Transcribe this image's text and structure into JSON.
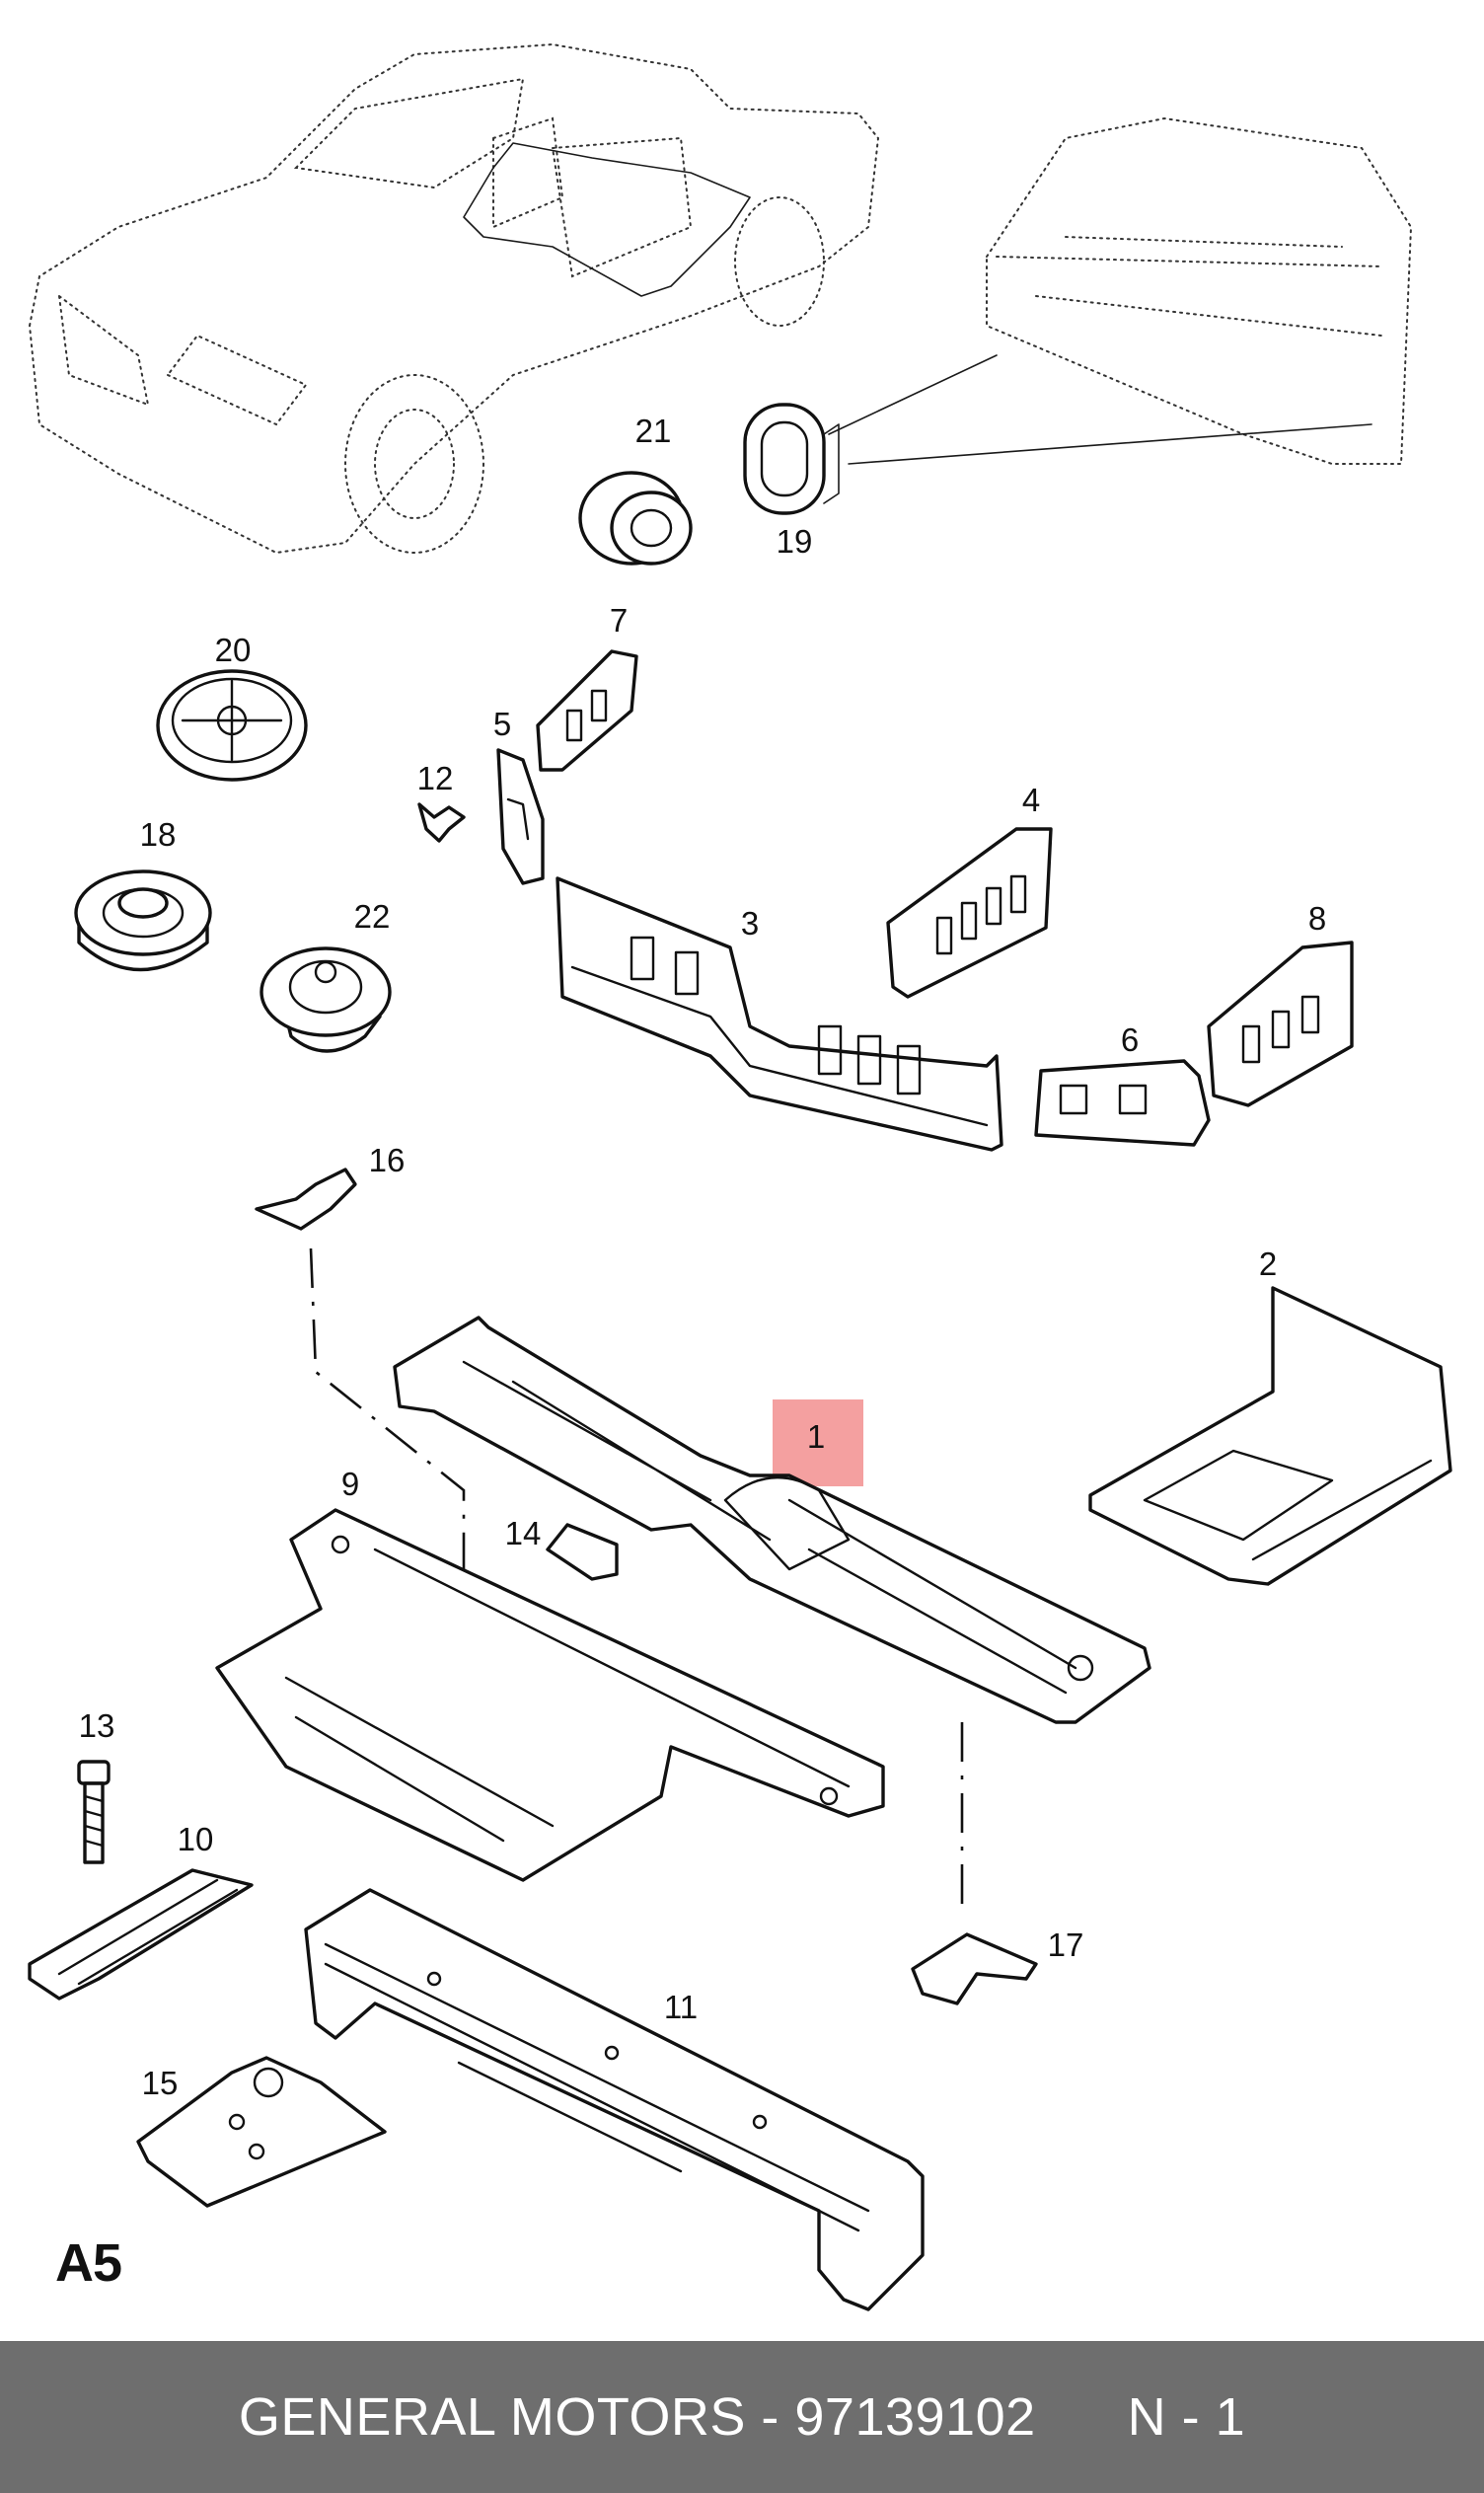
{
  "diagram": {
    "section": "A5",
    "highlighted_part": "1",
    "part_labels": {
      "p1": "1",
      "p2": "2",
      "p3": "3",
      "p4": "4",
      "p5": "5",
      "p6": "6",
      "p7": "7",
      "p8": "8",
      "p9": "9",
      "p10": "10",
      "p11": "11",
      "p12": "12",
      "p13": "13",
      "p14": "14",
      "p15": "15",
      "p16": "16",
      "p17": "17",
      "p18": "18",
      "p19": "19",
      "p20": "20",
      "p21": "21",
      "p22": "22"
    },
    "highlight_color": "#f08080"
  },
  "footer": {
    "text": "GENERAL MOTORS - 97139102      N - 1",
    "background": "#6e6e6e",
    "color": "#ffffff"
  }
}
